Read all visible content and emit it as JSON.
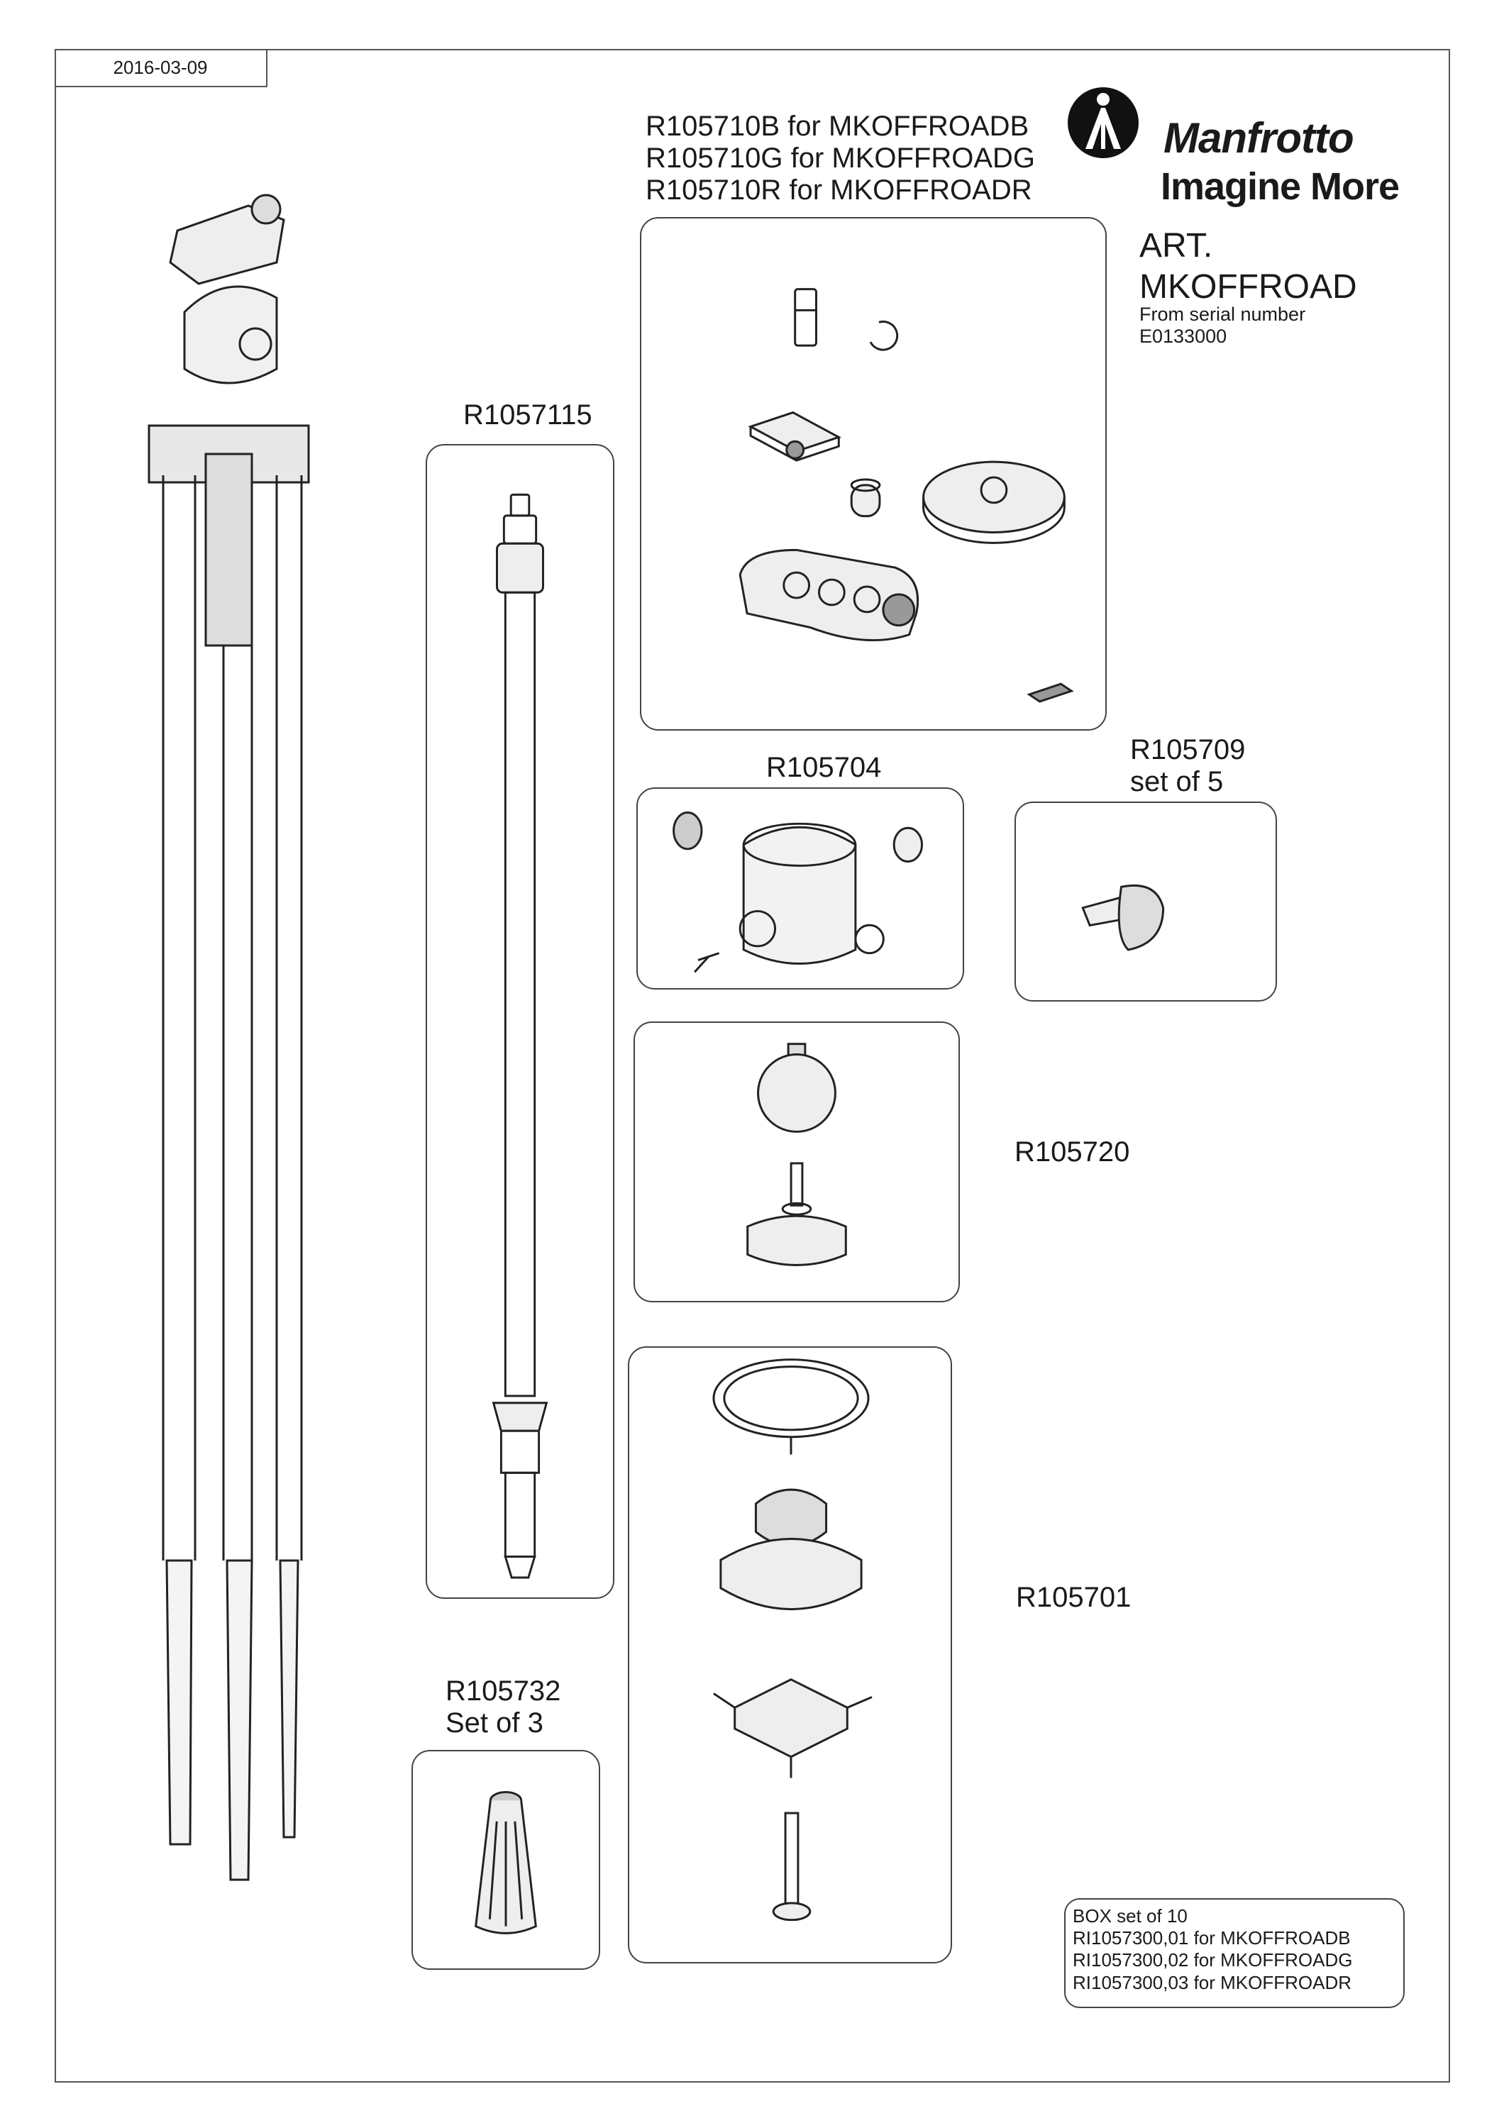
{
  "header": {
    "date": "2016-03-09",
    "brand_name": "Manfrotto",
    "slogan": "Imagine More"
  },
  "article": {
    "title_line1": "ART.",
    "title_line2": "MKOFFROAD",
    "serial_line1": "From serial number",
    "serial_line2": "E0133000"
  },
  "parts": {
    "plate_kit": {
      "line1": "R105710B  for  MKOFFROADB",
      "line2": "R105710G  for  MKOFFROADG",
      "line3": "R105710R for MKOFFROADR"
    },
    "center_column": {
      "code": "R1057115"
    },
    "head_body": {
      "code": "R105704"
    },
    "knob": {
      "code": "R105709",
      "qty": "set of 5"
    },
    "ball": {
      "code": "R105720"
    },
    "base": {
      "code": "R105701"
    },
    "feet": {
      "code": "R105732",
      "qty": "Set of 3"
    }
  },
  "box_set": {
    "title": "BOX set of 10",
    "line1": "RI1057300,01 for MKOFFROADB",
    "line2": "RI1057300,02 for MKOFFROADG",
    "line3": "RI1057300,03 for MKOFFROADR"
  },
  "icons": [
    "manfrotto-logo-icon"
  ]
}
